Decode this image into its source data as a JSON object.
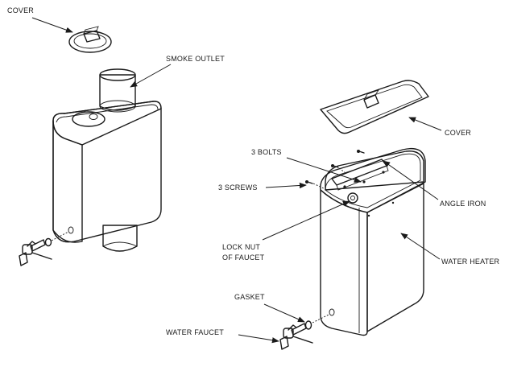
{
  "labels": {
    "cover_left": "COVER",
    "smoke_outlet": "SMOKE OUTLET",
    "cover_right": "COVER",
    "three_bolts": "3 BOLTS",
    "three_screws": "3 SCREWS",
    "angle_iron": "ANGLE IRON",
    "lock_nut_line1": "LOCK NUT",
    "lock_nut_line2": "OF FAUCET",
    "water_heater": "WATER HEATER",
    "gasket": "GASKET",
    "water_faucet": "WATER FAUCET"
  },
  "colors": {
    "line": "#1a1a1a",
    "body_fill": "#f3f3f3",
    "body_shade": "#d9d9d9",
    "background": "#ffffff"
  }
}
